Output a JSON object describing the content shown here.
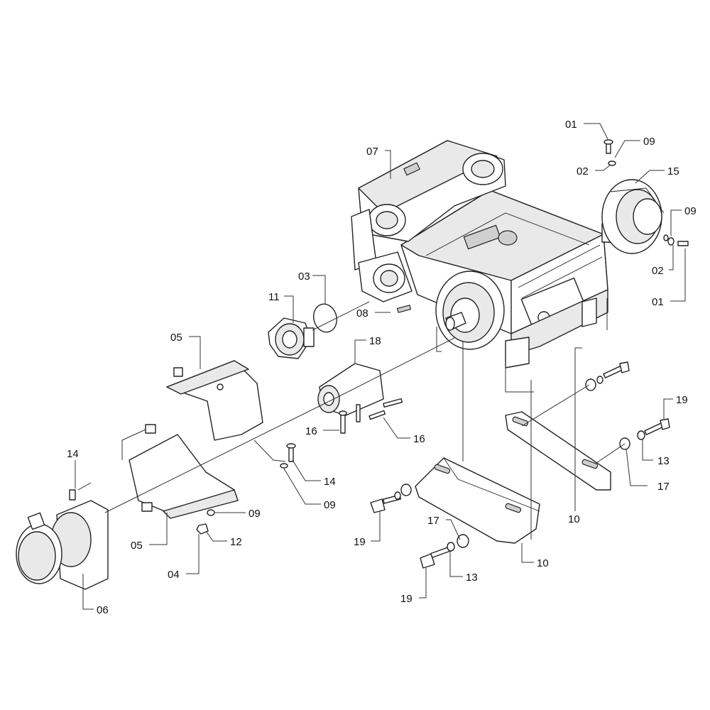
{
  "callouts": [
    {
      "id": "c01a",
      "text": "01"
    },
    {
      "id": "c09a",
      "text": "09"
    },
    {
      "id": "c07",
      "text": "07"
    },
    {
      "id": "c02a",
      "text": "02"
    },
    {
      "id": "c15",
      "text": "15"
    },
    {
      "id": "c09b",
      "text": "09"
    },
    {
      "id": "c02b",
      "text": "02"
    },
    {
      "id": "c01b",
      "text": "01"
    },
    {
      "id": "c03",
      "text": "03"
    },
    {
      "id": "c11",
      "text": "11"
    },
    {
      "id": "c08",
      "text": "08"
    },
    {
      "id": "c05a",
      "text": "05"
    },
    {
      "id": "c18",
      "text": "18"
    },
    {
      "id": "c19a",
      "text": "19"
    },
    {
      "id": "c16a",
      "text": "16"
    },
    {
      "id": "c16b",
      "text": "16"
    },
    {
      "id": "c13a",
      "text": "13"
    },
    {
      "id": "c14a",
      "text": "14"
    },
    {
      "id": "c17a",
      "text": "17"
    },
    {
      "id": "c14b",
      "text": "14"
    },
    {
      "id": "c09c",
      "text": "09"
    },
    {
      "id": "c09d",
      "text": "09"
    },
    {
      "id": "c10a",
      "text": "10"
    },
    {
      "id": "c05b",
      "text": "05"
    },
    {
      "id": "c12",
      "text": "12"
    },
    {
      "id": "c17b",
      "text": "17"
    },
    {
      "id": "c19b",
      "text": "19"
    },
    {
      "id": "c10b",
      "text": "10"
    },
    {
      "id": "c04",
      "text": "04"
    },
    {
      "id": "c13b",
      "text": "13"
    },
    {
      "id": "c06",
      "text": "06"
    },
    {
      "id": "c19c",
      "text": "19"
    }
  ]
}
